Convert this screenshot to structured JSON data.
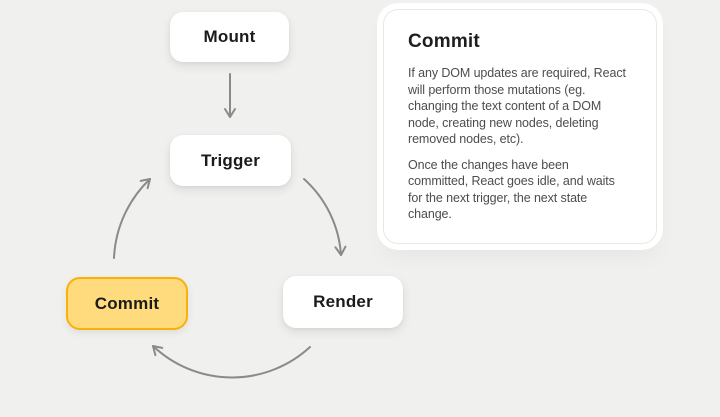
{
  "colors": {
    "background": "#F0F0EE",
    "card": "#FFFFFF",
    "arrow": "#8A8A8A",
    "highlight_fill": "#FFDB7D",
    "highlight_border": "#F9B10A",
    "label_text": "#1B1B1B",
    "body_text": "#4D4D4D"
  },
  "diagram": {
    "nodes": [
      {
        "id": "mount",
        "label": "Mount",
        "highlighted": false
      },
      {
        "id": "trigger",
        "label": "Trigger",
        "highlighted": false
      },
      {
        "id": "render",
        "label": "Render",
        "highlighted": false
      },
      {
        "id": "commit",
        "label": "Commit",
        "highlighted": true
      }
    ],
    "edges": [
      {
        "from": "mount",
        "to": "trigger"
      },
      {
        "from": "trigger",
        "to": "render"
      },
      {
        "from": "render",
        "to": "commit"
      },
      {
        "from": "commit",
        "to": "trigger"
      }
    ]
  },
  "panel": {
    "title": "Commit",
    "paragraphs": [
      "If any DOM updates are required, React will perform those mutations (eg. changing the text content of a DOM node, creating new nodes, deleting removed nodes, etc).",
      "Once the changes have been committed, React goes idle, and waits for the next trigger, the next state change."
    ]
  }
}
